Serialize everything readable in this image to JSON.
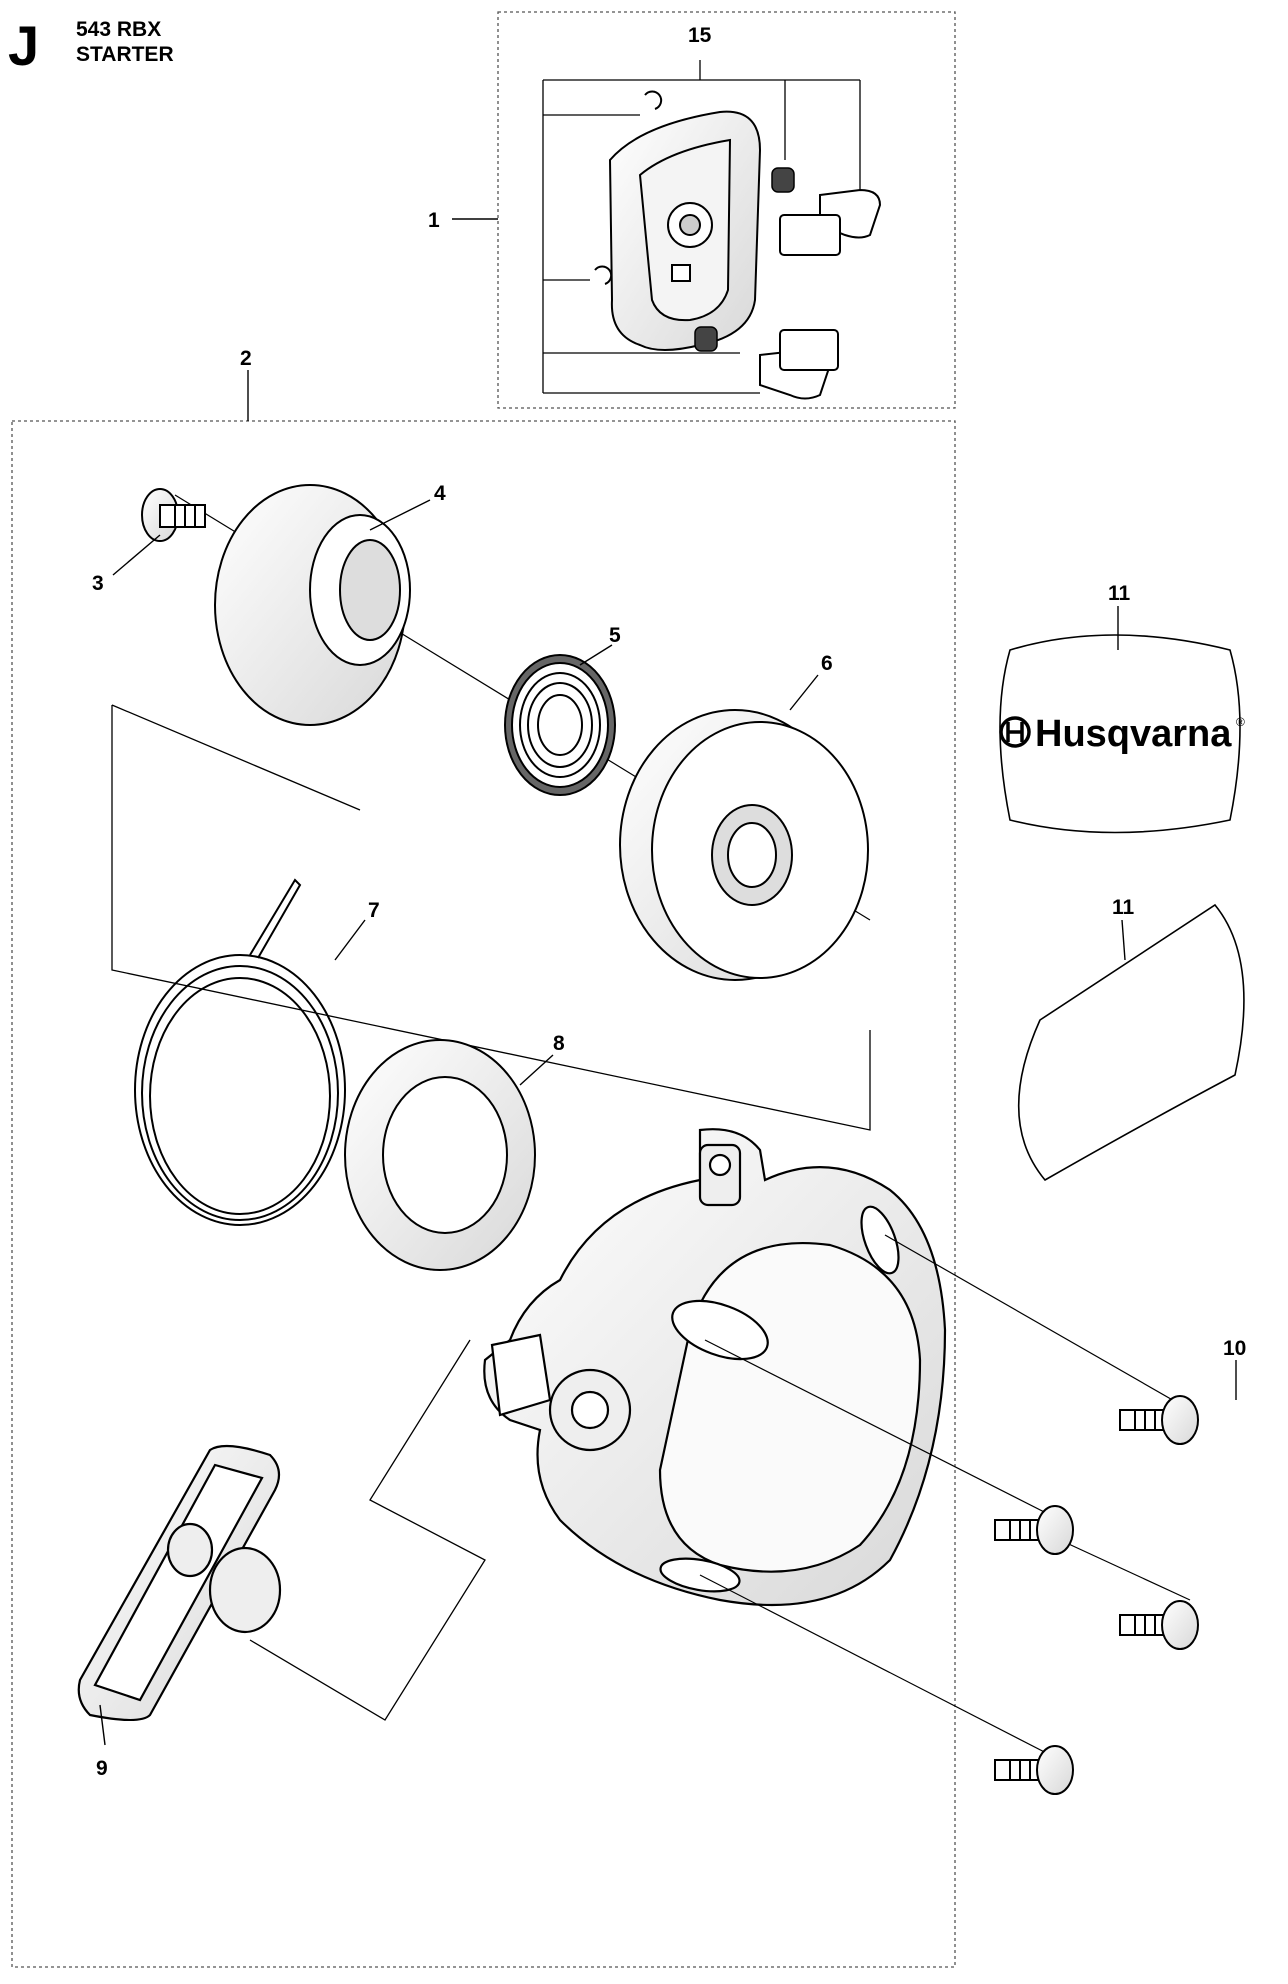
{
  "header": {
    "section_letter": "J",
    "model": "543 RBX",
    "title": "STARTER"
  },
  "brand": {
    "logo_text": "Husqvarna",
    "registered_mark": "®"
  },
  "callouts": {
    "c1": "1",
    "c2": "2",
    "c3": "3",
    "c4": "4",
    "c5": "5",
    "c6": "6",
    "c7": "7",
    "c8": "8",
    "c9": "9",
    "c10": "10",
    "c11a": "11",
    "c11b": "11",
    "c15": "15"
  },
  "colors": {
    "line": "#000000",
    "frame": "#555555",
    "background": "#ffffff"
  }
}
